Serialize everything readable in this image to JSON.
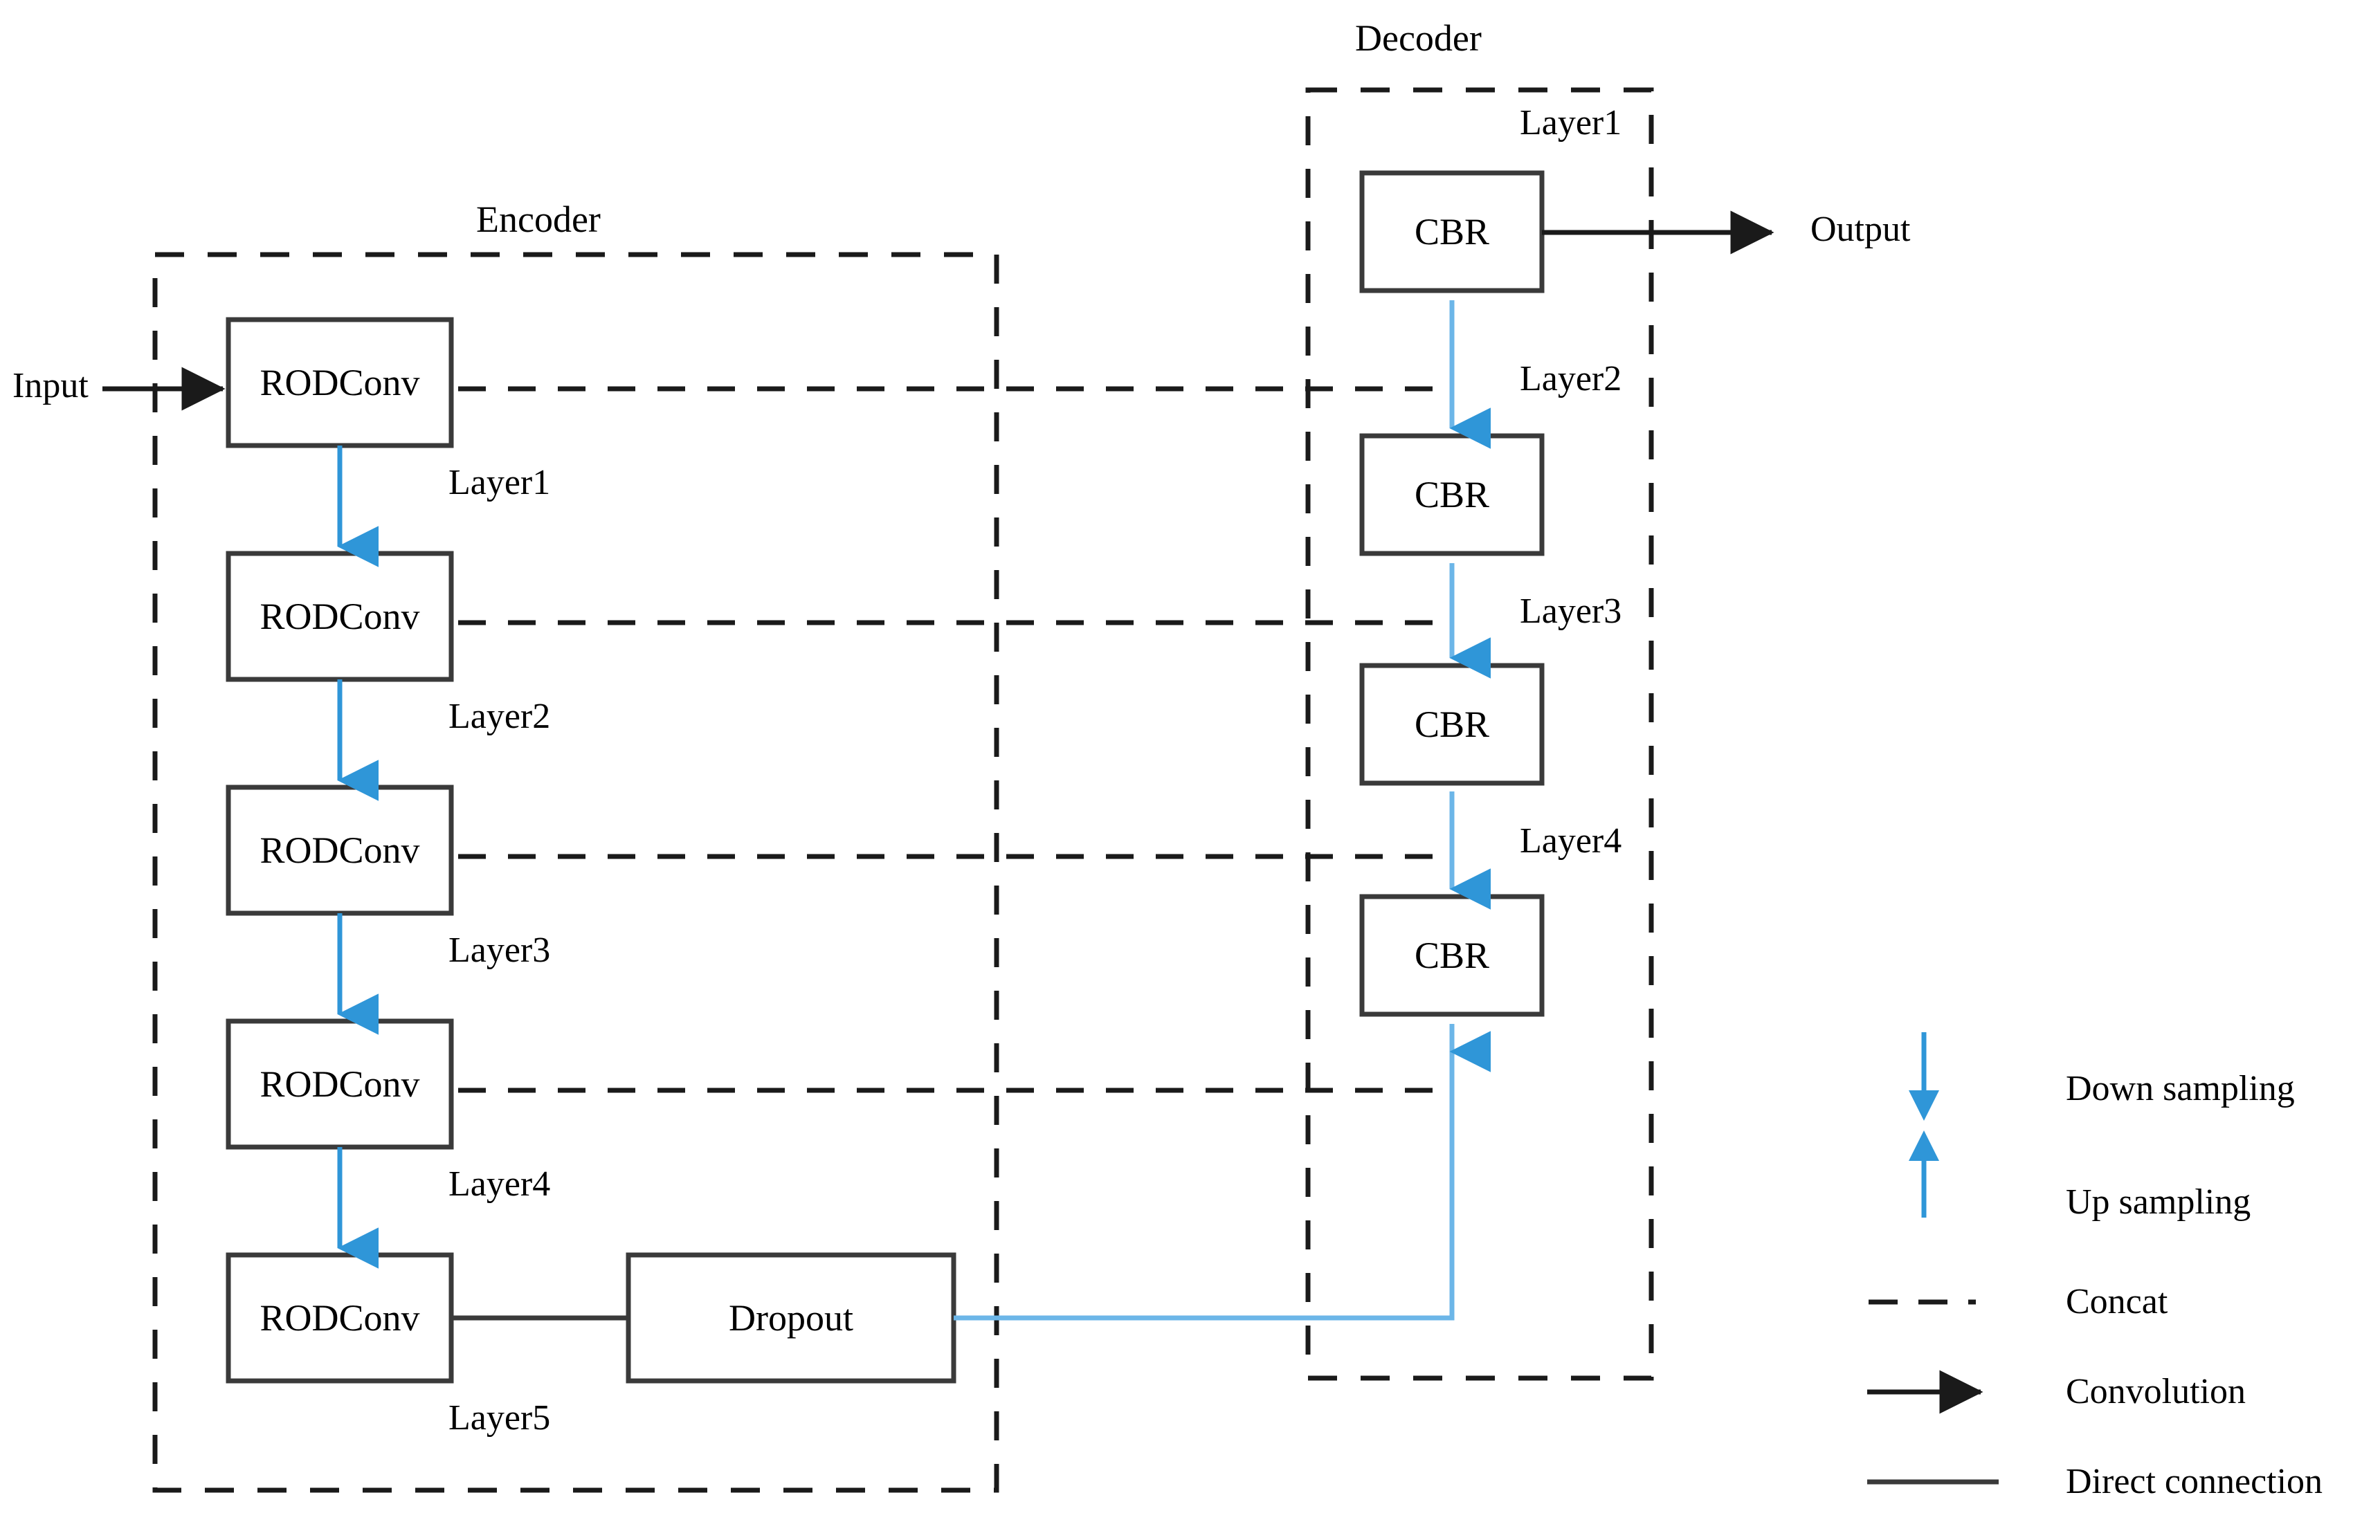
{
  "diagram": {
    "title_encoder": "Encoder",
    "title_decoder": "Decoder",
    "input_label": "Input",
    "output_label": "Output",
    "accent_blue": "#2f96d8",
    "line_black": "#1a1a1a",
    "encoder_blocks": [
      {
        "text": "RODConv",
        "layer": "Layer1"
      },
      {
        "text": "RODConv",
        "layer": "Layer2"
      },
      {
        "text": "RODConv",
        "layer": "Layer3"
      },
      {
        "text": "RODConv",
        "layer": "Layer4"
      },
      {
        "text": "RODConv",
        "layer": "Layer5"
      }
    ],
    "dropout_block": {
      "text": "Dropout"
    },
    "decoder_blocks": [
      {
        "text": "CBR",
        "layer": "Layer1"
      },
      {
        "text": "CBR",
        "layer": "Layer2"
      },
      {
        "text": "CBR",
        "layer": "Layer3"
      },
      {
        "text": "CBR",
        "layer": "Layer4"
      }
    ],
    "legend": [
      {
        "label": "Down sampling",
        "symbol": "down-arrow-blue"
      },
      {
        "label": "Up sampling",
        "symbol": "up-arrow-blue"
      },
      {
        "label": "Concat",
        "symbol": "dashed-line-black"
      },
      {
        "label": "Convolution",
        "symbol": "arrow-black"
      },
      {
        "label": "Direct connection",
        "symbol": "solid-line-black"
      }
    ]
  }
}
